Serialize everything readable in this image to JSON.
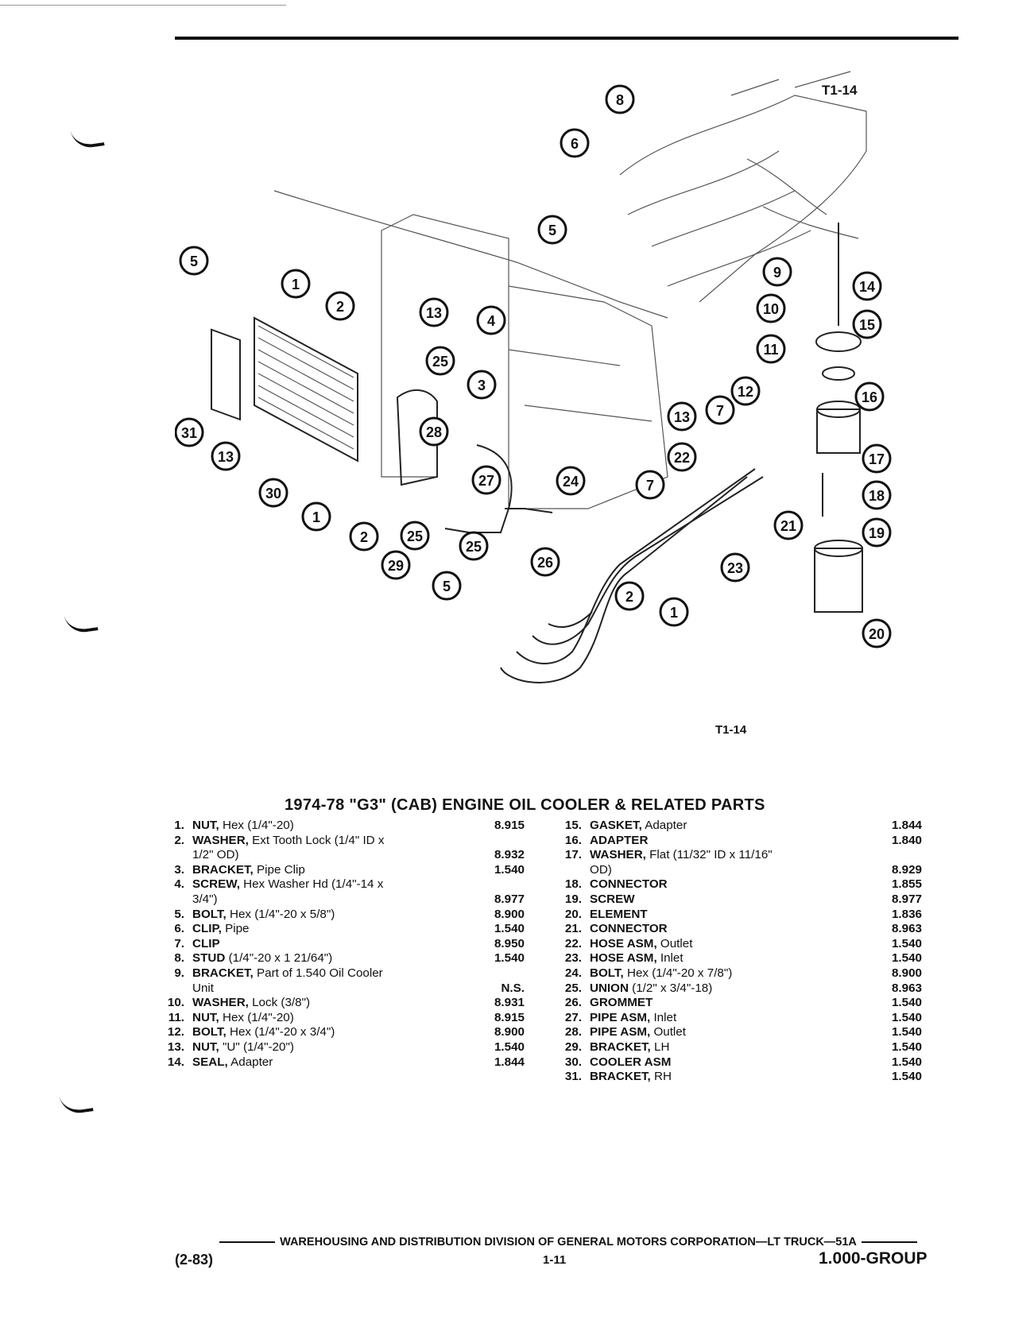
{
  "diagram": {
    "code_top": "T1-14",
    "code_bottom": "T1-14",
    "callouts": [
      "1",
      "2",
      "3",
      "4",
      "5",
      "6",
      "7",
      "8",
      "9",
      "10",
      "11",
      "12",
      "13",
      "14",
      "15",
      "16",
      "17",
      "18",
      "19",
      "20",
      "21",
      "22",
      "23",
      "24",
      "25",
      "26",
      "27",
      "28",
      "29",
      "30",
      "31"
    ]
  },
  "title": "1974-78 \"G3\" (CAB) ENGINE OIL COOLER & RELATED PARTS",
  "parts_left": [
    {
      "num": "1.",
      "name": "NUT,",
      "desc": " Hex (1/4\"-20)",
      "cont": "",
      "value": "8.915"
    },
    {
      "num": "2.",
      "name": "WASHER,",
      "desc": " Ext Tooth Lock (1/4\" ID x",
      "cont": "1/2\" OD)",
      "value": "8.932"
    },
    {
      "num": "3.",
      "name": "BRACKET,",
      "desc": " Pipe Clip",
      "cont": "",
      "value": "1.540"
    },
    {
      "num": "4.",
      "name": "SCREW,",
      "desc": " Hex Washer Hd (1/4\"-14 x",
      "cont": "3/4\")",
      "value": "8.977"
    },
    {
      "num": "5.",
      "name": "BOLT,",
      "desc": " Hex (1/4\"-20 x 5/8\")",
      "cont": "",
      "value": "8.900"
    },
    {
      "num": "6.",
      "name": "CLIP,",
      "desc": " Pipe",
      "cont": "",
      "value": "1.540"
    },
    {
      "num": "7.",
      "name": "CLIP",
      "desc": "",
      "cont": "",
      "value": "8.950"
    },
    {
      "num": "8.",
      "name": "STUD",
      "desc": " (1/4\"-20 x 1 21/64\")",
      "cont": "",
      "value": "1.540"
    },
    {
      "num": "9.",
      "name": "BRACKET,",
      "desc": " Part of 1.540 Oil Cooler",
      "cont": "Unit",
      "value": "N.S."
    },
    {
      "num": "10.",
      "name": "WASHER,",
      "desc": " Lock (3/8\")",
      "cont": "",
      "value": "8.931"
    },
    {
      "num": "11.",
      "name": "NUT,",
      "desc": " Hex (1/4\"-20)",
      "cont": "",
      "value": "8.915"
    },
    {
      "num": "12.",
      "name": "BOLT,",
      "desc": " Hex (1/4\"-20 x 3/4\")",
      "cont": "",
      "value": "8.900"
    },
    {
      "num": "13.",
      "name": "NUT,",
      "desc": " \"U\" (1/4\"-20\")",
      "cont": "",
      "value": "1.540"
    },
    {
      "num": "14.",
      "name": "SEAL,",
      "desc": " Adapter",
      "cont": "",
      "value": "1.844"
    }
  ],
  "parts_right": [
    {
      "num": "15.",
      "name": "GASKET,",
      "desc": " Adapter",
      "cont": "",
      "value": "1.844"
    },
    {
      "num": "16.",
      "name": "ADAPTER",
      "desc": "",
      "cont": "",
      "value": "1.840"
    },
    {
      "num": "17.",
      "name": "WASHER,",
      "desc": " Flat (11/32\" ID x 11/16\"",
      "cont": "OD)",
      "value": "8.929"
    },
    {
      "num": "18.",
      "name": "CONNECTOR",
      "desc": "",
      "cont": "",
      "value": "1.855"
    },
    {
      "num": "19.",
      "name": "SCREW",
      "desc": "",
      "cont": "",
      "value": "8.977"
    },
    {
      "num": "20.",
      "name": "ELEMENT",
      "desc": "",
      "cont": "",
      "value": "1.836"
    },
    {
      "num": "21.",
      "name": "CONNECTOR",
      "desc": "",
      "cont": "",
      "value": "8.963"
    },
    {
      "num": "22.",
      "name": "HOSE ASM,",
      "desc": " Outlet",
      "cont": "",
      "value": "1.540"
    },
    {
      "num": "23.",
      "name": "HOSE ASM,",
      "desc": " Inlet",
      "cont": "",
      "value": "1.540"
    },
    {
      "num": "24.",
      "name": "BOLT,",
      "desc": " Hex (1/4\"-20 x 7/8\")",
      "cont": "",
      "value": "8.900"
    },
    {
      "num": "25.",
      "name": "UNION",
      "desc": " (1/2\" x 3/4\"-18)",
      "cont": "",
      "value": "8.963"
    },
    {
      "num": "26.",
      "name": "GROMMET",
      "desc": "",
      "cont": "",
      "value": "1.540"
    },
    {
      "num": "27.",
      "name": "PIPE ASM,",
      "desc": " Inlet",
      "cont": "",
      "value": "1.540"
    },
    {
      "num": "28.",
      "name": "PIPE ASM,",
      "desc": " Outlet",
      "cont": "",
      "value": "1.540"
    },
    {
      "num": "29.",
      "name": "BRACKET,",
      "desc": " LH",
      "cont": "",
      "value": "1.540"
    },
    {
      "num": "30.",
      "name": "COOLER ASM",
      "desc": "",
      "cont": "",
      "value": "1.540"
    },
    {
      "num": "31.",
      "name": "BRACKET,",
      "desc": " RH",
      "cont": "",
      "value": "1.540"
    }
  ],
  "footer": {
    "division": "WAREHOUSING AND DISTRIBUTION  DIVISION OF GENERAL MOTORS CORPORATION—LT TRUCK—51A",
    "date": "(2-83)",
    "page": "1-11",
    "group": "1.000-GROUP"
  }
}
